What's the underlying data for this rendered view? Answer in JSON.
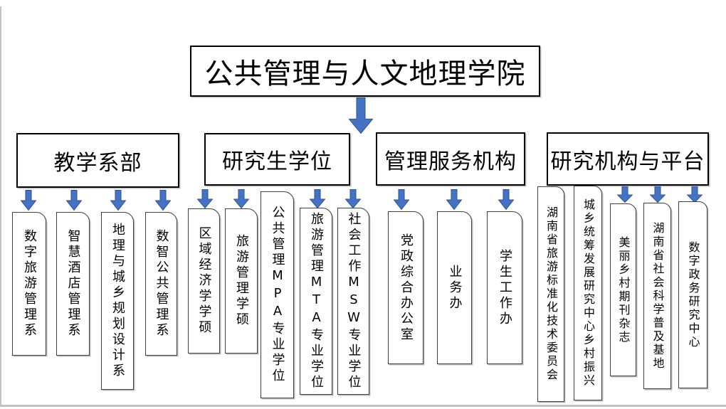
{
  "colors": {
    "arrow-fill": "#4472C4",
    "arrow-stroke": "#2F528F",
    "box-border": "#3f3f3f",
    "frame-line": "#c3c3c3"
  },
  "icons": {
    "down_arrow": "down-arrow-icon"
  },
  "org_chart": {
    "root": "公共管理与人文地理学院",
    "branches": [
      {
        "label": "教学系部",
        "children": [
          "数字旅游管理系",
          "智慧酒店管理系",
          "地理与城乡规划设计系",
          "数智公共管理系"
        ]
      },
      {
        "label": "研究生学位",
        "children": [
          "区域经济学学硕",
          "旅游管理学硕",
          "公共管理MPA专业学位",
          "旅游管理MTA专业学位",
          "社会工作MSW专业学位"
        ]
      },
      {
        "label": "管理服务机构",
        "children": [
          "党政综合办公室",
          "业务办",
          "学生工作办"
        ]
      },
      {
        "label": "研究机构与平台",
        "children": [
          "湖南省旅游标准化技术委员会",
          "城乡统筹发展研究中心乡村振兴",
          "美丽乡村期刊杂志",
          "湖南省社会科学普及基地",
          "数字政务研究中心"
        ]
      }
    ]
  }
}
